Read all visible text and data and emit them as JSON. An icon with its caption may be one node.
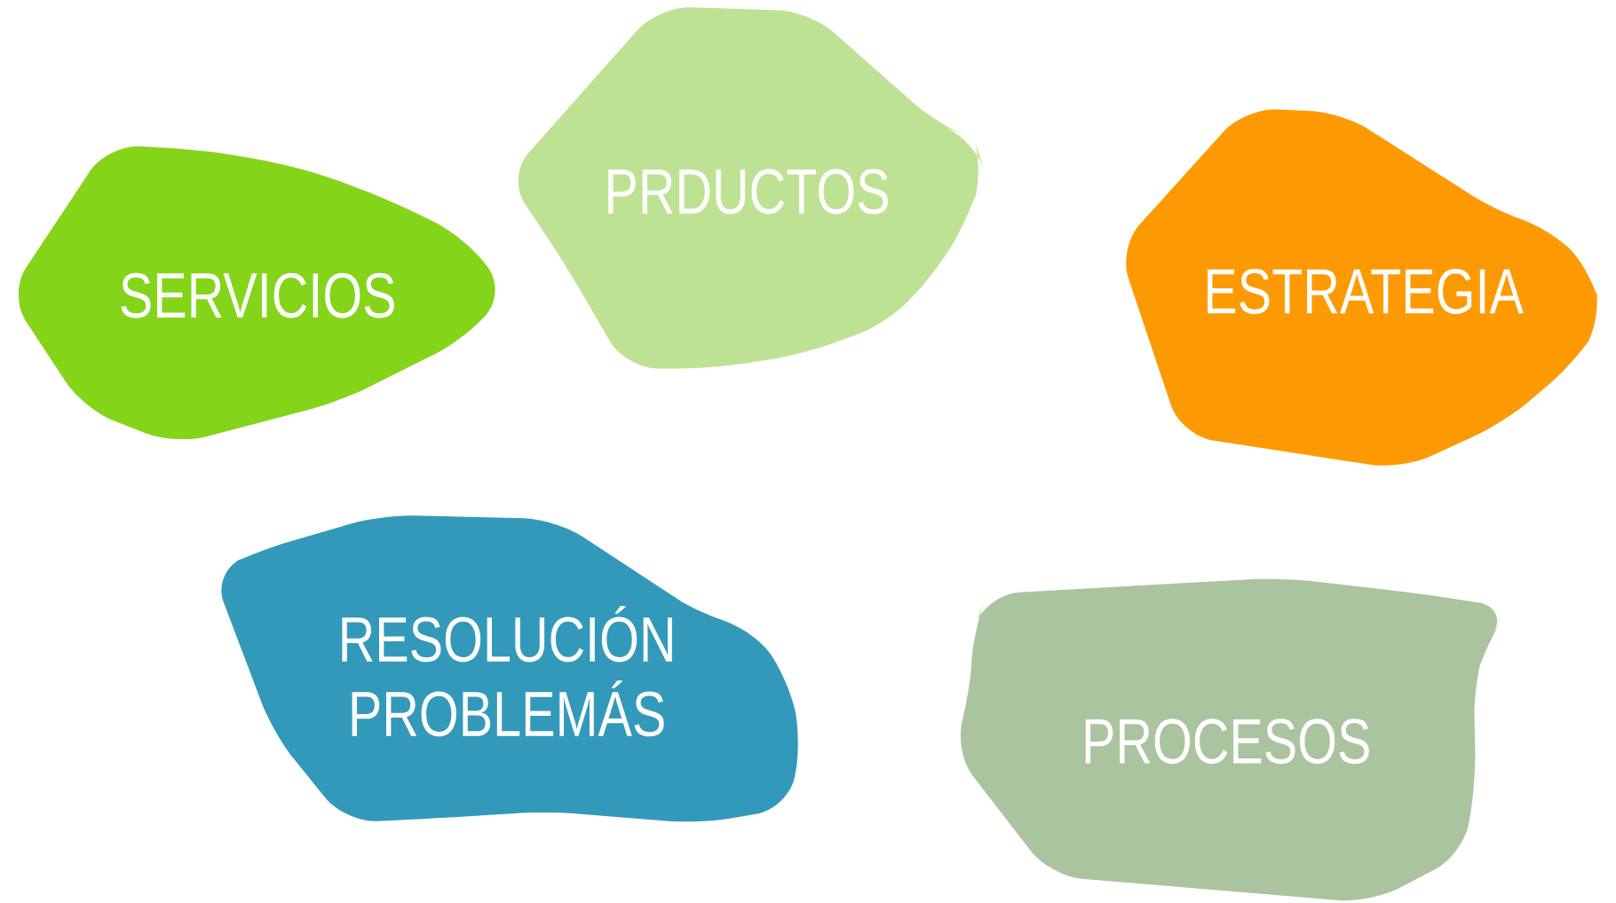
{
  "diagram": {
    "nodes": [
      {
        "text": [
          "PRDUCTOS"
        ]
      },
      {
        "text": [
          "SERVICIOS"
        ]
      },
      {
        "text": [
          "ESTRATEGIA"
        ]
      },
      {
        "text": [
          "RESOLUCIÓN PROBLEMÁS"
        ]
      },
      {
        "text": [
          "PROCESOS"
        ]
      }
    ]
  }
}
